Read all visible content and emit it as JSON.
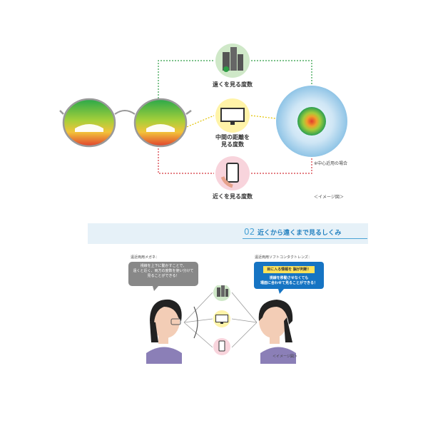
{
  "top": {
    "far_label": "遠くを見る度数",
    "mid_label_1": "中間の距離を",
    "mid_label_2": "見る度数",
    "near_label": "近くを見る度数",
    "center_note": "※中心近用の場合",
    "image_note": "＜イメージ図＞"
  },
  "section": {
    "number": "02",
    "title": "近くから遠くまで見るしくみ"
  },
  "left": {
    "caption": "遠近両用メガネ：",
    "bubble_line1": "視線を上下に動かすことで、",
    "bubble_line2": "遠くと近く、両方の度数を使い分けて",
    "bubble_line3": "見ることができる！"
  },
  "right": {
    "caption": "遠近両用ソフトコンタクトレンズ：",
    "tag": "目に入る情報を 脳が判断！",
    "text_line1": "視線を移動させなくても",
    "text_line2": "場面に合わせて見ることができる！"
  },
  "bottom_note": "＜イメージ図＞",
  "colors": {
    "far": "#cfe8c8",
    "mid": "#fff3a8",
    "near": "#f8d4dc",
    "dotted_green": "#2e9e46",
    "dotted_yellow": "#e2c200",
    "dotted_red": "#d4343c",
    "banner": "#e6f1f8",
    "accent_blue": "#1674c3"
  }
}
